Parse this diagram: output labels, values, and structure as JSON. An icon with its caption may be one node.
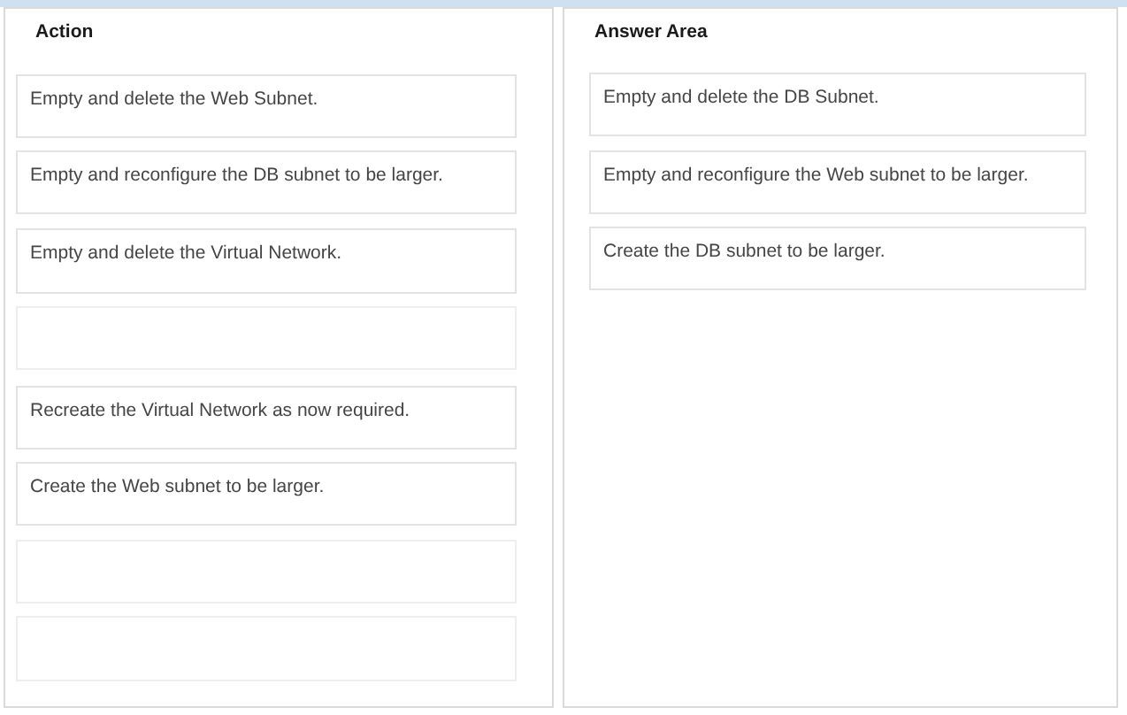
{
  "diagram": {
    "nodes": [
      {
        "text": [
          "Action"
        ]
      },
      {
        "text": [
          "Empty and delete the Web Subnet."
        ],
        "in": 0
      },
      {
        "text": [
          "Empty and reconfigure the DB subnet to be larger."
        ],
        "in": 0
      },
      {
        "text": [
          "Empty and delete the Virtual Network."
        ],
        "in": 0
      },
      {
        "text": [],
        "shape": "box",
        "in": 0
      },
      {
        "text": [
          "Recreate the Virtual Network as now required."
        ],
        "in": 0
      },
      {
        "text": [
          "Create the Web subnet to be larger."
        ],
        "in": 0
      },
      {
        "text": [],
        "shape": "box",
        "in": 0
      },
      {
        "text": [],
        "shape": "box",
        "in": 0
      },
      {
        "text": [
          "Answer Area"
        ]
      },
      {
        "text": [
          "Empty and delete the DB Subnet."
        ],
        "in": 9
      },
      {
        "text": [
          "Empty and reconfigure the Web subnet to be larger."
        ],
        "in": 9
      },
      {
        "text": [
          "Create the DB subnet to be larger."
        ],
        "in": 9
      }
    ]
  }
}
